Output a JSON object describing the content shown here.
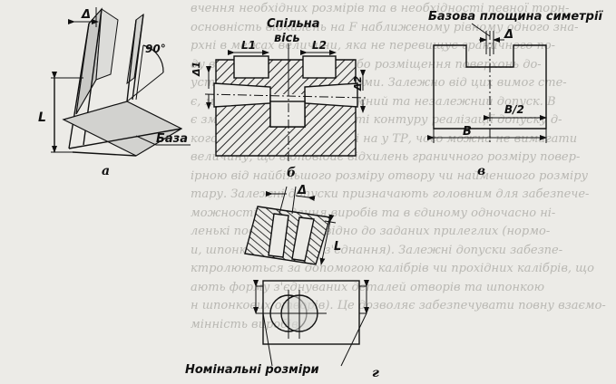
{
  "labels": {
    "spilna": "Спільна",
    "vis": "вісь",
    "baza": "База",
    "bazova": "Базова площина симетрії",
    "nominal": "Номінальні розміри",
    "delta": "Δ",
    "delta1": "Δ1",
    "delta2": "Δ2",
    "L": "L",
    "L1": "L1",
    "L2": "L2",
    "B": "B",
    "B2": "B/2",
    "angle": "90°",
    "cap_a": "а",
    "cap_b": "б",
    "cap_v": "в",
    "cap_g": "г"
  },
  "background_text": [
    "вчення необхідних розмірів та в необхідності певної торн-",
    "основність відхилень на F наближеному рівному одного зна-",
    "рхні в межах величини, яка не перевищує граничного по-",
    "ду відхилення від форми або розміщення поверхонь до-",
    "устові розміщення то форми. Залежно від цих вимог сте-",
    "є, можна вказувати залежний та незалежний допуск. В ",
    "є зміни розміру зоміжності контуру реалізації допуску д-",
    "кого залежного у креслені на у ТР, чого можна не вимагати",
    "величину, що відповідає відхилень  граничного розміру повер-",
    "ірною від найбільшого розміру отвору чи найменшого розміру",
    "тару. Залежні допуски призначають головним для забезпече-",
    "можності складання виробів та в єдиному одночасно ні-",
    "ленькі поверхні відповідно до заданих прилеглих (нормо-",
    "и, шпонкові, різьбові з'єднання). Залежні допуски забезпе-",
    "ктролюються за допомогою калібрів чи прохідних калібрів, що",
    "ають форму з'єднуваних деталей отворів та шпонкою",
    "н шпонкових отворів). Це дозволяє забезпечувати повну взаємо-",
    "мінність виробів."
  ]
}
